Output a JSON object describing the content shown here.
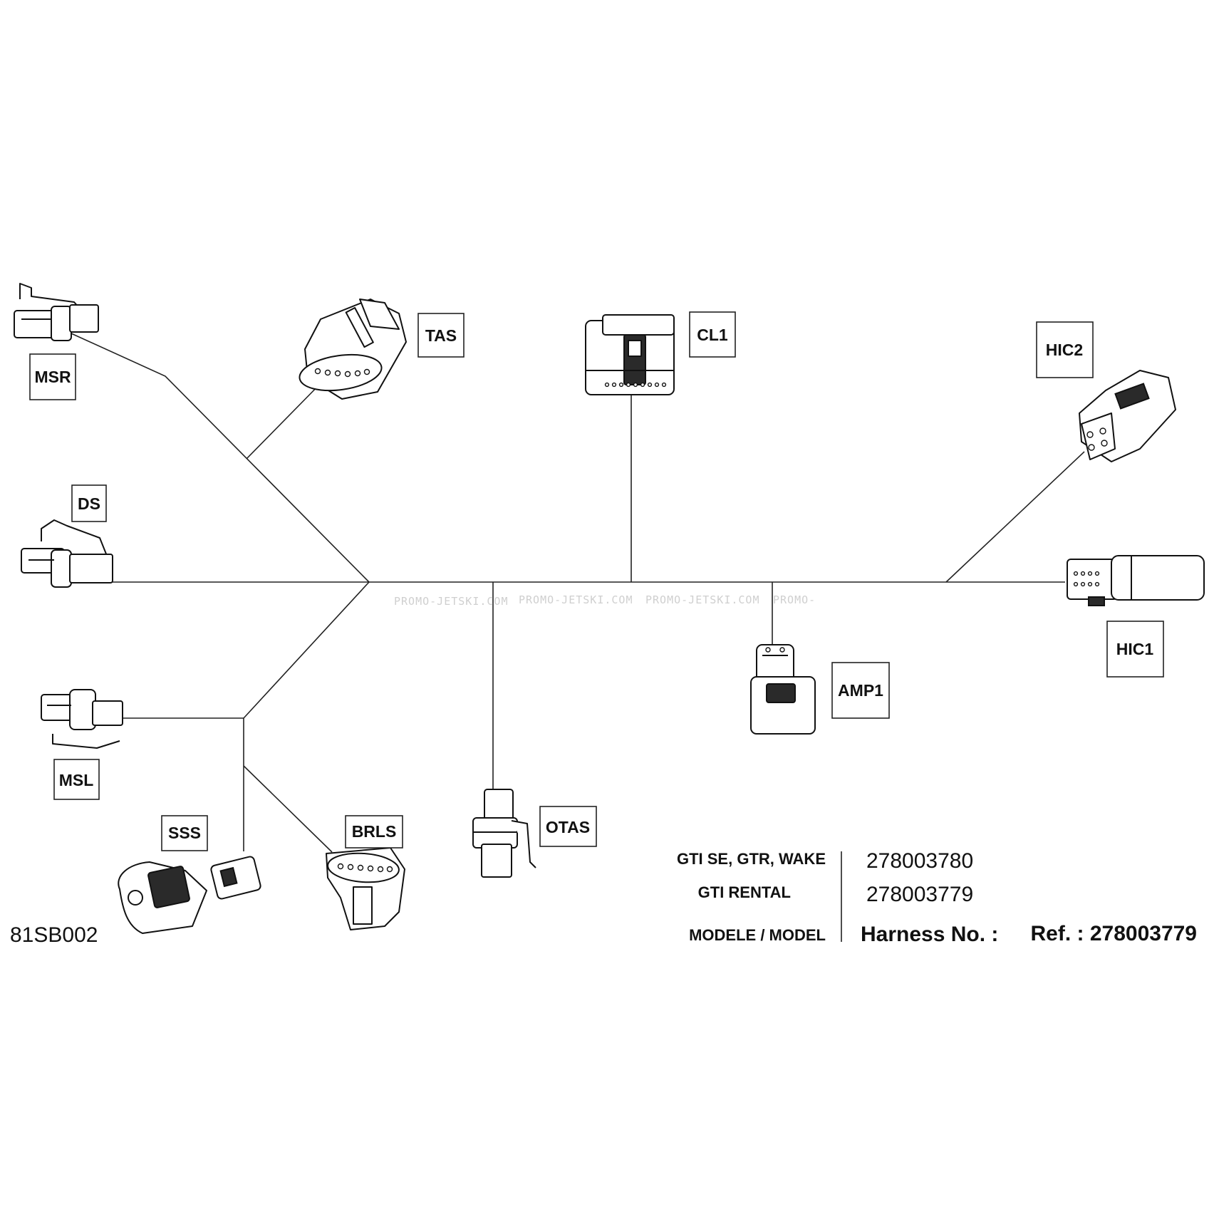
{
  "diagram_id": "81SB002",
  "watermark": [
    "PROMO-JETSKI.COM",
    "PROMO-JETSKI.COM",
    "PROMO-JETSKI.COM",
    "PROMO-"
  ],
  "connectors": {
    "msr": "MSR",
    "tas": "TAS",
    "cl1": "CL1",
    "hic2": "HIC2",
    "ds": "DS",
    "hic1": "HIC1",
    "amp1": "AMP1",
    "msl": "MSL",
    "sss": "SSS",
    "brls": "BRLS",
    "otas": "OTAS"
  },
  "model_table": {
    "rows": [
      {
        "model": "GTI SE, GTR, WAKE",
        "harness": "278003780"
      },
      {
        "model": "GTI RENTAL",
        "harness": "278003779"
      }
    ],
    "model_header": "MODELE / MODEL",
    "harness_header": "Harness No. :",
    "ref": "Ref. : 278003779"
  }
}
